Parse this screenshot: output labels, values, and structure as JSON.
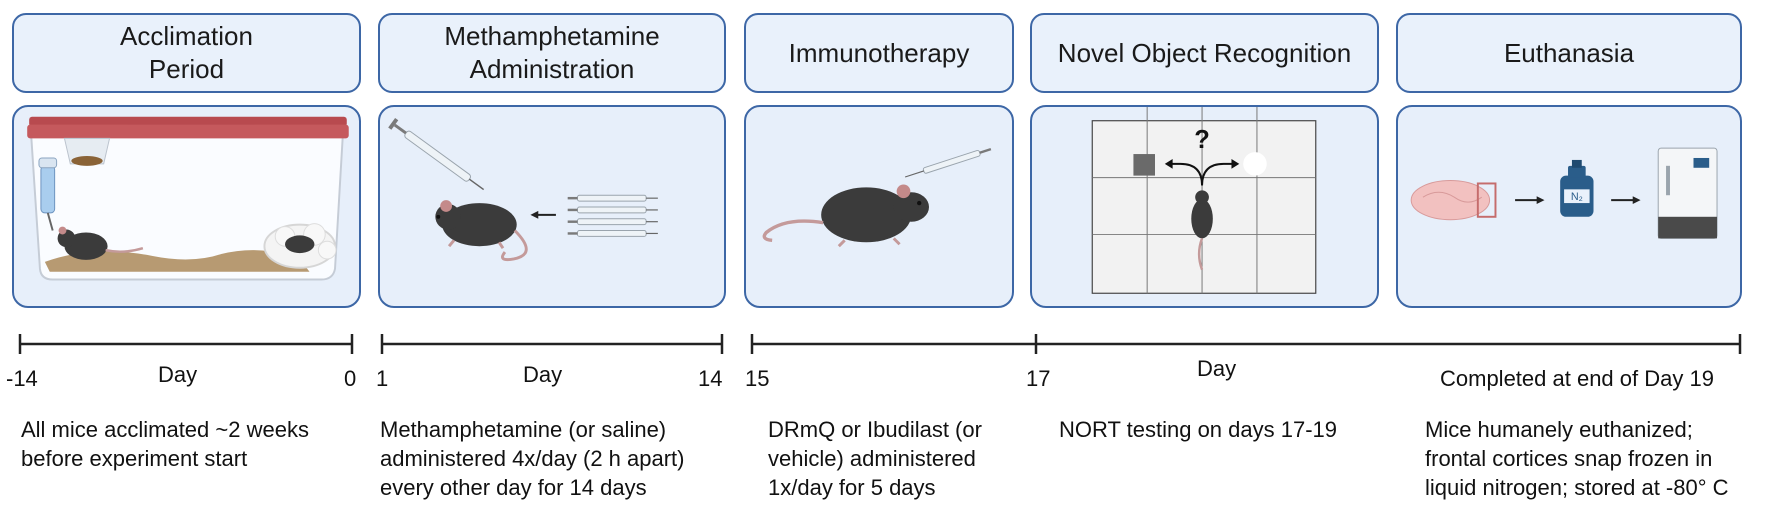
{
  "stages": [
    {
      "title_lines": [
        "Acclimation",
        "Period"
      ]
    },
    {
      "title_lines": [
        "Methamphetamine",
        "Administration"
      ]
    },
    {
      "title_lines": [
        "Immunotherapy"
      ]
    },
    {
      "title_lines": [
        "Novel Object Recognition"
      ]
    },
    {
      "title_lines": [
        "Euthanasia"
      ]
    }
  ],
  "timeline": {
    "segments": [
      {
        "start": "-14",
        "end": "0",
        "axis_label": "Day"
      },
      {
        "start": "1",
        "end": "14",
        "axis_label": "Day"
      },
      {
        "start": "15",
        "end": "17",
        "extra_label": "Day",
        "final_label": "Completed at end of Day 19"
      }
    ]
  },
  "descriptions": [
    {
      "lines": [
        "All mice acclimated ~2 weeks",
        "before experiment start"
      ]
    },
    {
      "lines": [
        "Methamphetamine (or saline)",
        "administered 4x/day (2 h apart)",
        "every other day for 14 days"
      ]
    },
    {
      "lines": [
        "DRmQ or Ibudilast (or",
        "vehicle) administered",
        "1x/day for 5 days"
      ]
    },
    {
      "lines": [
        "NORT testing on days 17-19"
      ]
    },
    {
      "lines": [
        "Mice humanely euthanized;",
        "frontal cortices snap frozen in",
        "liquid nitrogen; stored at -80° C"
      ]
    }
  ],
  "illustrations": {
    "nort_question_mark": "?",
    "nitrogen_label": "N₂",
    "icons": [
      "mouse-cage-icon",
      "syringe-icon",
      "mouse-icon",
      "arena-grid-icon",
      "brain-icon",
      "nitrogen-canister-icon",
      "freezer-icon"
    ]
  },
  "colors": {
    "box_border": "#3d67a6",
    "box_fill": "#e9f1fb",
    "mouse": "#3c3c3c",
    "tail": "#c49a9a",
    "cage_lid": "#b84a4f",
    "brain": "#f2c1c0",
    "canister": "#2a5d8a"
  }
}
